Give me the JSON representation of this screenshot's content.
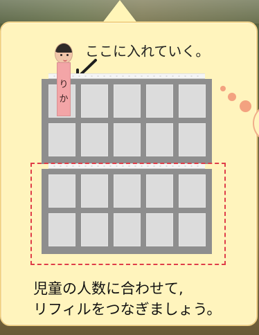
{
  "scene": {
    "caption": "ここに入れていく。",
    "doll": {
      "name_top": "り",
      "name_bottom": "か"
    },
    "instruction": {
      "line1": "児童の人数に合わせて,",
      "line2": "リフィルをつなぎましょう。"
    }
  }
}
